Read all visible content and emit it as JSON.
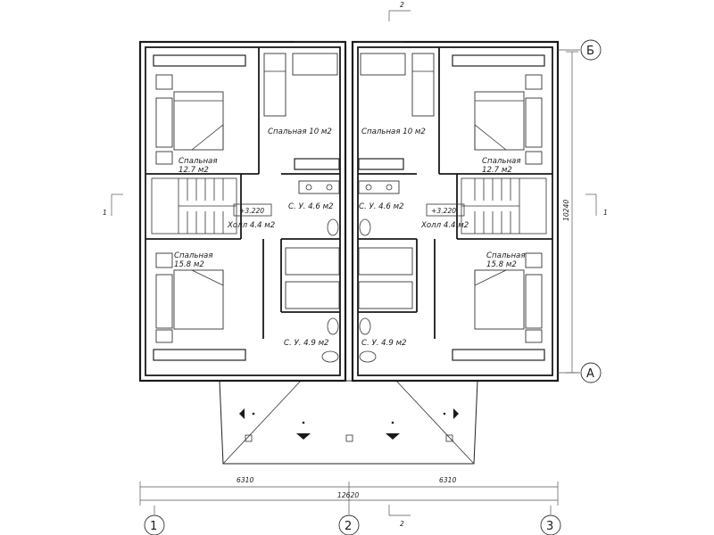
{
  "axes": {
    "bottom": [
      "1",
      "2",
      "3"
    ],
    "right": [
      "Б",
      "А"
    ]
  },
  "section_marks": {
    "top": "2",
    "bottom": "2",
    "left": "1",
    "right": "1"
  },
  "rooms": {
    "bed_top_left": [
      "Спальная",
      "12.7 м2"
    ],
    "bed_small_left": "Спальная  10  м2",
    "bed_small_right": "Спальная  10  м2",
    "bed_top_right": [
      "Спальная",
      "12.7 м2"
    ],
    "bath_top_left": "С. У.  4.6 м2",
    "bath_top_right": "С. У.  4.6 м2",
    "level_left": "+3.220",
    "level_right": "+3.220",
    "hall_left": "Холл  4.4 м2",
    "hall_right": "Холл  4.4 м2",
    "bed_bottom_left": [
      "Спальная",
      "15.8 м2"
    ],
    "bed_bottom_right": [
      "Спальная",
      "15.8 м2"
    ],
    "bath_bottom_left": "С. У.  4.9 м2",
    "bath_bottom_right": "С. У.  4.9 м2"
  },
  "dimensions": {
    "left_span": "6310",
    "right_span": "6310",
    "total_width": "12620",
    "total_depth": "10240"
  }
}
